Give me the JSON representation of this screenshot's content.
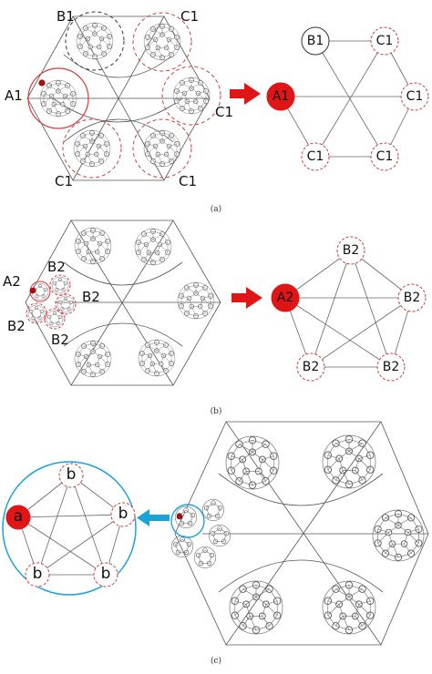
{
  "colors": {
    "red": "#e01515",
    "cyan": "#1aa3d9",
    "line": "#555555",
    "dash_red": "#d83a3a",
    "dash_black": "#333333"
  },
  "panel_a": {
    "caption": "(a)",
    "big_labels": [
      "B1",
      "C1",
      "A1",
      "C1",
      "C1",
      "C1"
    ],
    "graph_labels": [
      "B1",
      "C1",
      "A1",
      "C1",
      "C1",
      "C1"
    ]
  },
  "panel_b": {
    "caption": "(b)",
    "big_labels": [
      "A2",
      "B2",
      "B2",
      "B2",
      "B2"
    ],
    "graph_labels": [
      "B2",
      "A2",
      "B2",
      "B2",
      "B2"
    ]
  },
  "panel_c": {
    "caption": "(c)",
    "graph_labels": [
      "b",
      "a",
      "b",
      "b",
      "b"
    ]
  },
  "icons": [
    "red-arrow-icon",
    "red-arrow-icon",
    "cyan-arrow-icon"
  ]
}
